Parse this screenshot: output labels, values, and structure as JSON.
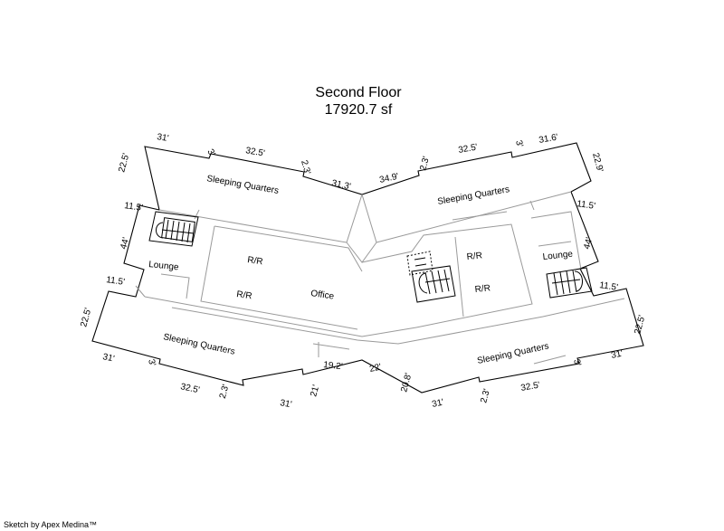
{
  "title": "Second Floor",
  "area": "17920.7 sf",
  "credit": "Sketch by Apex Medina™",
  "rooms": {
    "sq_nw": "Sleeping Quarters",
    "sq_ne": "Sleeping Quarters",
    "sq_sw": "Sleeping Quarters",
    "sq_se": "Sleeping Quarters",
    "lounge_w": "Lounge",
    "lounge_e": "Lounge",
    "rr_1": "R/R",
    "rr_2": "R/R",
    "rr_3": "R/R",
    "rr_4": "R/R",
    "office": "Office"
  },
  "dims": {
    "d1": "31'",
    "d2": "3'",
    "d3": "32.5'",
    "d4": "2.3'",
    "d5": "31.3'",
    "d6": "22.5'",
    "d7": "11.5'",
    "d8": "44'",
    "d9": "11.5'",
    "d10": "22.5'",
    "d11": "31'",
    "d12": "3'",
    "d13": "32.5'",
    "d14": "2.3'",
    "d15": "31'",
    "d16": "21'",
    "d17": "19.2'",
    "d18": "22'",
    "d19": "20.8'",
    "d20": "31'",
    "d21": "2.3'",
    "d22": "32.5'",
    "d23": "3'",
    "d24": "31'",
    "d25": "22.5'",
    "d26": "11.5'",
    "d27": "44'",
    "d28": "11.5'",
    "d29": "22.9'",
    "d30": "31.6'",
    "d31": "3'",
    "d32": "32.5'",
    "d33": "2.3'",
    "d34": "34.9'"
  }
}
